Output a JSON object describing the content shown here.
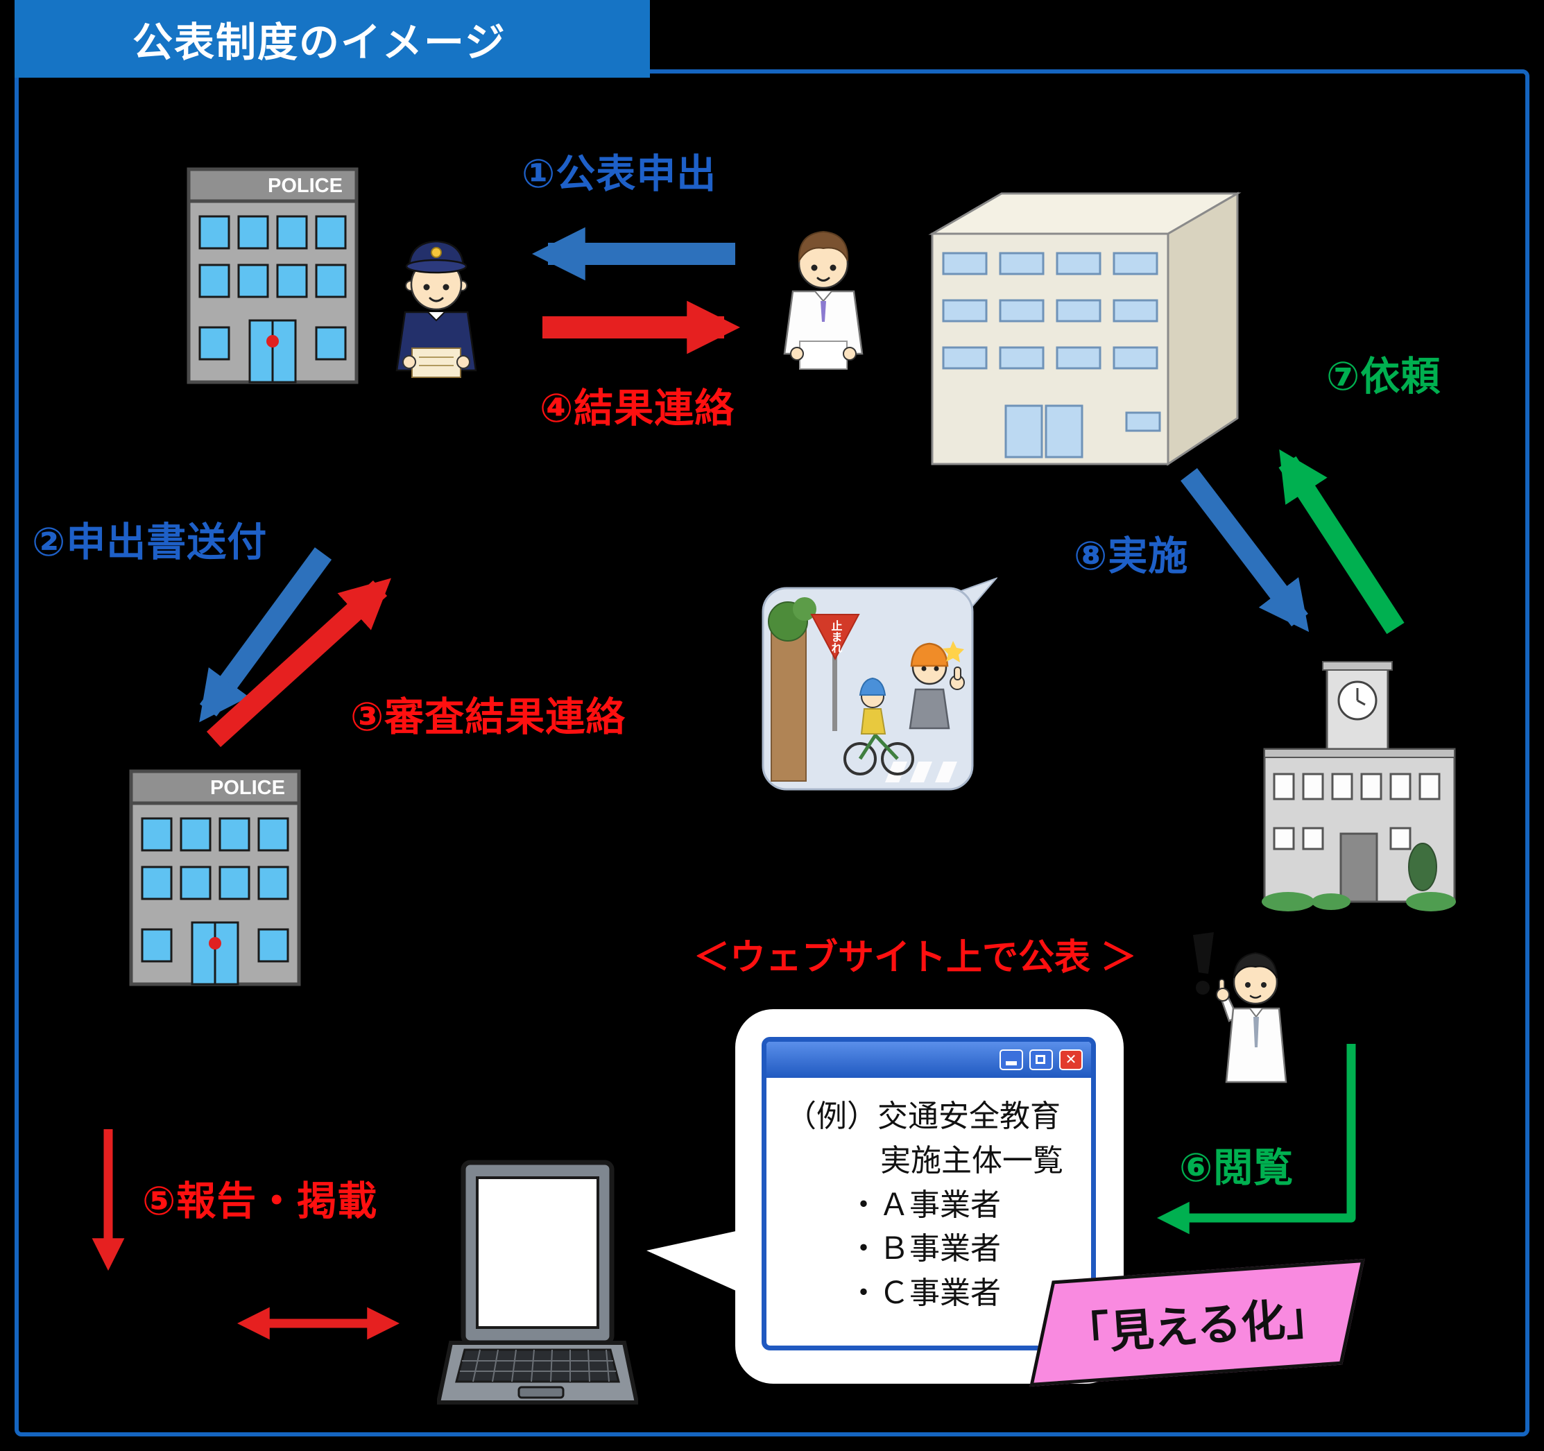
{
  "title": "公表制度のイメージ",
  "steps": {
    "s1": "①公表申出",
    "s2": "②申出書送付",
    "s3": "③審査結果連絡",
    "s4": "④結果連絡",
    "s5": "⑤報告・掲載",
    "s6": "⑥閲覧",
    "s7": "⑦依頼",
    "s8": "⑧実施"
  },
  "buildings": {
    "police_sign": "POLICE"
  },
  "illustration": {
    "stop_sign": "止まれ"
  },
  "website": {
    "heading": "＜ウェブサイト上で公表 ＞",
    "browser_lines": [
      "（例）交通安全教育",
      "実施主体一覧",
      "・Ａ事業者",
      "・Ｂ事業者",
      "・Ｃ事業者"
    ],
    "tag": "「見える化」"
  },
  "icons": {
    "close": "✕"
  },
  "colors": {
    "title_bar": "#1674c5",
    "frame_border": "#1565c0",
    "arrow_blue": "#2d71bc",
    "arrow_red": "#e62020",
    "arrow_green": "#00b050",
    "label_blue": "#1e60c8",
    "label_red": "#ff1010",
    "label_green": "#00b050",
    "tag_pink": "#f98ae0"
  }
}
